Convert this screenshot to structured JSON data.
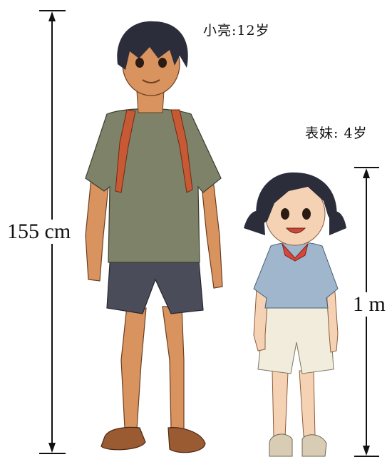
{
  "labels": {
    "boy": "小亮:12岁",
    "girl": "表妹: 4岁"
  },
  "measurements": {
    "boy_height": "155 cm",
    "girl_height": "1 m"
  },
  "figures": {
    "boy": {
      "description_icon": "boy-figure"
    },
    "girl": {
      "description_icon": "girl-figure"
    }
  },
  "colors": {
    "background": "#ffffff",
    "line": "#111111",
    "boy_shirt": "#7d8268",
    "boy_shorts": "#4a4c5a",
    "boy_skin": "#d9935e",
    "backpack_strap": "#c75a35",
    "girl_shirt": "#9fb6cc",
    "girl_collar": "#d6473a",
    "girl_shorts": "#f1ecdc",
    "girl_skin": "#f5d2b3",
    "hair": "#2b2d3a",
    "shoes_boy": "#9a5a32",
    "shoes_girl": "#d8cdb4"
  }
}
